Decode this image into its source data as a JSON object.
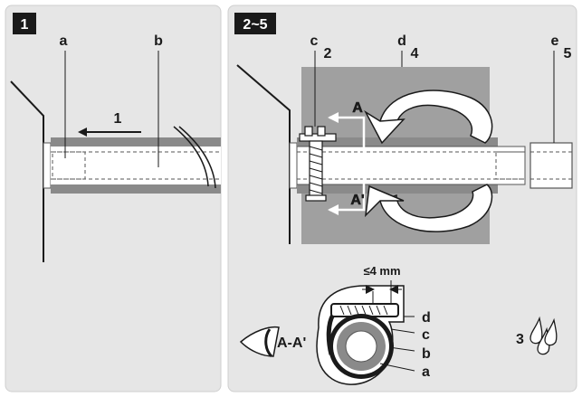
{
  "panel_left": {
    "badge": "1",
    "labels": {
      "a": "a",
      "b": "b",
      "arrow": "1"
    }
  },
  "panel_right": {
    "badge": "2~5",
    "labels": {
      "c": "c",
      "step2": "2",
      "d": "d",
      "step4": "4",
      "e": "e",
      "step5": "5",
      "section_a": "A",
      "section_a_prime": "A'"
    },
    "detail": {
      "view_label": "A-A'",
      "gap": "≤4 mm",
      "labels": {
        "d": "d",
        "c": "c",
        "b": "b",
        "a": "a"
      }
    },
    "step3": "3"
  },
  "colors": {
    "panel_bg": "#e6e6e6",
    "insulation": "#8a8a8a",
    "sleeve": "#a0a0a0",
    "badge": "#1a1a1a"
  },
  "icons": [
    "eye-icon",
    "water-drops-icon",
    "rotate-arrow-icon"
  ]
}
